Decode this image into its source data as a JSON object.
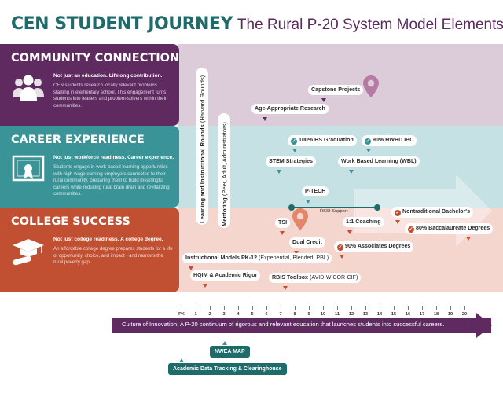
{
  "header": {
    "title": "CEN STUDENT JOURNEY",
    "subtitle": "The Rural P-20 System Model Elements"
  },
  "colors": {
    "purple": "#5e2a60",
    "teal": "#3a9497",
    "dark_teal": "#1e6b6a",
    "orange": "#c14f31",
    "band_purple": "#dccbd9",
    "band_teal": "#c6e1e3",
    "band_orange": "#f4d6cf"
  },
  "panels": [
    {
      "title": "COMMUNITY CONNECTION",
      "tagline": "Not just an education. Lifelong contribution.",
      "description": "CEN students research locally relevant problems starting in elementary school. This engagement turns students into leaders and problem-solvers within their communities.",
      "icon": "community-people-icon"
    },
    {
      "title": "CAREER EXPERIENCE",
      "tagline": "Not just workforce readiness. Career experience.",
      "description": "Students engage in work-based learning opportunities with high-wage earning employers connected to their rural community, preparing them to build meaningful careers while reducing rural brain drain and revitalizing communities.",
      "icon": "certificate-icon"
    },
    {
      "title": "COLLEGE SUCCESS",
      "tagline": "Not just college readiness. A college degree.",
      "description": "An affordable college degree prepares students for a life of opportunity, choice, and impact - and narrows the rural poverty gap.",
      "icon": "graduation-cap-icon"
    }
  ],
  "vertical_labels": {
    "rounds_bold": "Learning and Instructional Rounds",
    "rounds_thin": "(Harvard Rounds)",
    "mentoring_bold": "Mentoring",
    "mentoring_thin": "(Peer, Adult, Administrators)"
  },
  "elements": {
    "capstone": "Capstone Projects",
    "age_research": "Age-Appropriate Research",
    "hs_grad": "100% HS Graduation",
    "hwhd": "90% HWHD IBC",
    "stem": "STEM Strategies",
    "wbl": "Work Based Learning (WBL)",
    "ptech": "P-TECH",
    "rssi": "RSSI Support",
    "tsi": "TSI",
    "coaching": "1:1 Coaching",
    "nontrad": "Nontraditional Bachelor's",
    "bacc": "80% Baccalaureate Degrees",
    "dual_credit": "Dual Credit",
    "assoc": "90% Associates Degrees",
    "instr_bold": "Instructional Models PK-12",
    "instr_thin": "(Experiential, Blended, PBL)",
    "hqim": "HQIM & Academic Rigor",
    "rbis_bold": "RBIS Toolbox",
    "rbis_thin": "(AVID-WICOR-CIF)"
  },
  "timeline": {
    "ticks": [
      "PK",
      "1",
      "2",
      "3",
      "4",
      "5",
      "6",
      "7",
      "8",
      "9",
      "10",
      "11",
      "12",
      "13",
      "14",
      "15",
      "16",
      "17",
      "18",
      "19",
      "20"
    ],
    "caption": "Culture of Innovation: A P-20 continuum of rigorous and relevant education that launches students into successful careers."
  },
  "bottom": {
    "nwea": "NWEA MAP",
    "tracking": "Academic Data Tracking & Clearinghouse"
  }
}
